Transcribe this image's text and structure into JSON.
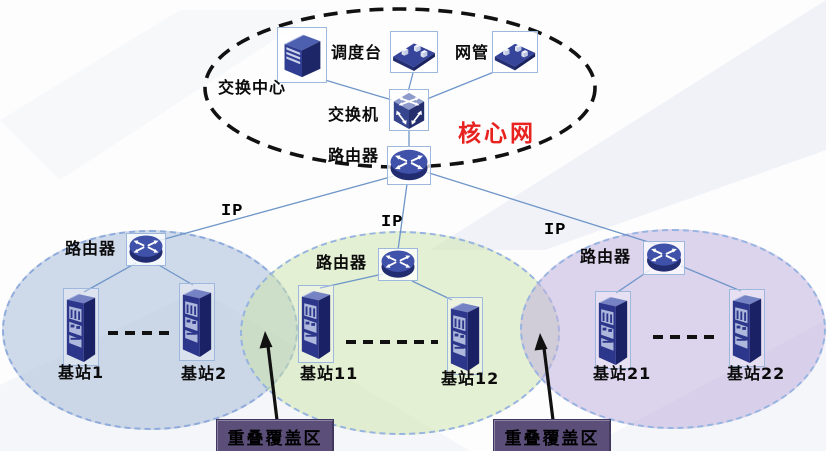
{
  "core": {
    "area_label": "核心网",
    "switching_center_label": "交换中心",
    "dispatch_console_label": "调度台",
    "network_management_label": "网管",
    "switch_label": "交换机",
    "router_label": "路由器"
  },
  "ip_label": "IP",
  "regions": [
    {
      "router_label": "路由器",
      "stations": [
        "基站1",
        "基站2"
      ]
    },
    {
      "router_label": "路由器",
      "stations": [
        "基站11",
        "基站12"
      ]
    },
    {
      "router_label": "路由器",
      "stations": [
        "基站21",
        "基站22"
      ]
    }
  ],
  "overlap_labels": [
    "重叠覆盖区",
    "重叠覆盖区"
  ],
  "colors": {
    "core_label_text": "#e8221f",
    "region_blue_fill": "#ccd8e8",
    "region_green_fill": "#e3eed4",
    "region_purple_fill": "#dcd2e9",
    "overlap_box_fill": "#5b4e79",
    "link_line": "#6f96c8",
    "device_navy": "#2e3c90"
  }
}
